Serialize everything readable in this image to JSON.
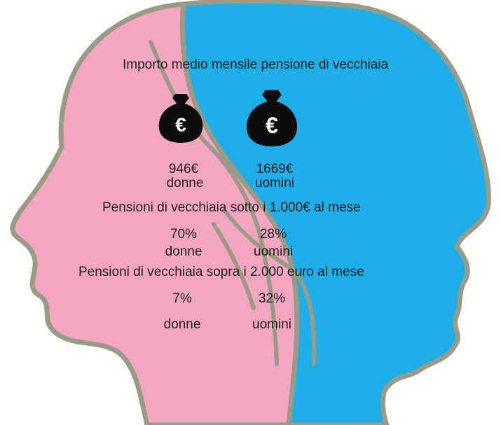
{
  "colors": {
    "women": "#f4a6c0",
    "men": "#1eaee8",
    "outline": "#9a9a86",
    "bag": "#0c0c0c",
    "text": "#1f1f1f"
  },
  "icons": [
    "euro-money-bag-icon",
    "euro-money-bag-icon"
  ],
  "title": "Importo medio mensile pensione di vecchiaia",
  "avg_pension": {
    "women_value": "946€",
    "women_label": "donne",
    "men_value": "1669€",
    "men_label": "uomini"
  },
  "under_1000": {
    "heading": "Pensioni di vecchiaia sotto i 1.000€ al mese",
    "women_value": "70%",
    "women_label": "donne",
    "men_value": "28%",
    "men_label": "uomini"
  },
  "over_2000": {
    "heading": "Pensioni di vecchiaia sopra i 2.000 euro al mese",
    "women_value": "7%",
    "women_label": "donne",
    "men_value": "32%",
    "men_label": "uomini"
  }
}
